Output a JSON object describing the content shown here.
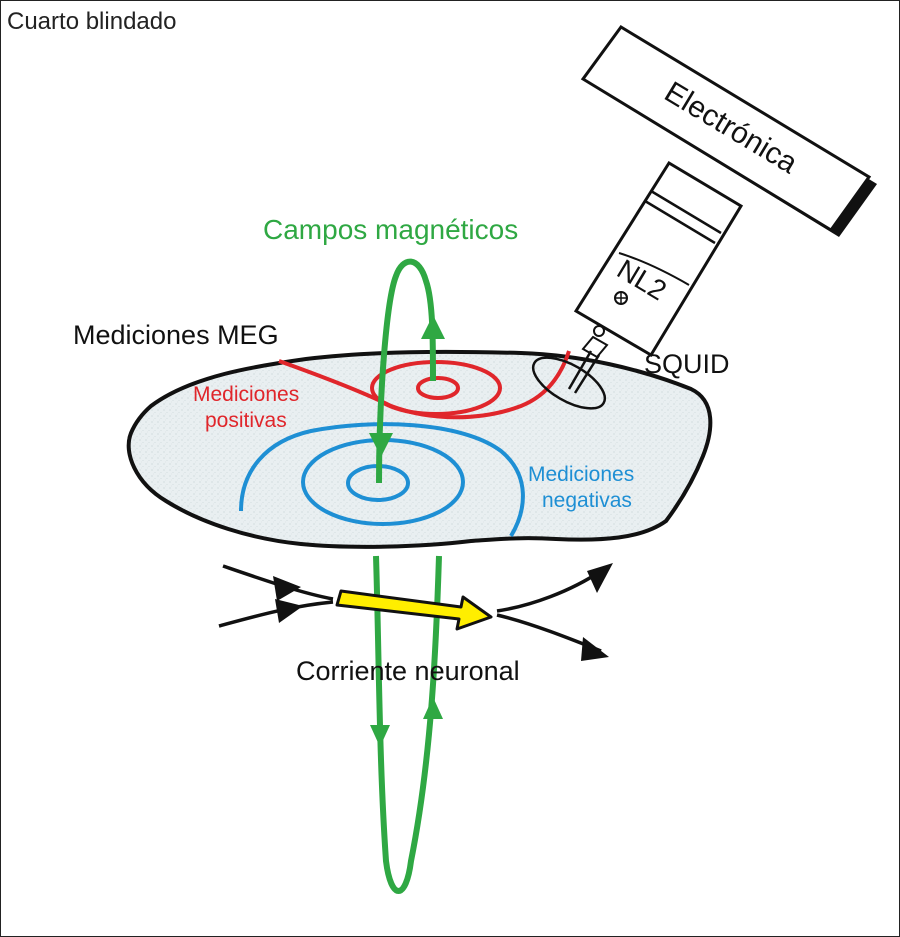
{
  "room_label": "Cuarto blindado",
  "labels": {
    "electronics": "Electrónica",
    "dewar": "NL2",
    "squid": "SQUID",
    "magnetic_fields": "Campos magnéticos",
    "meg_measurements": "Mediciones MEG",
    "positive_line1": "Mediciones",
    "positive_line2": "positivas",
    "negative_line1": "Mediciones",
    "negative_line2": "negativas",
    "neuronal_current": "Corriente neuronal"
  },
  "colors": {
    "field": "#2fa843",
    "positive": "#e0262b",
    "negative": "#1e8fd4",
    "current": "#ffee00",
    "outline": "#111111",
    "cortex_fill": "#e8eef0"
  }
}
